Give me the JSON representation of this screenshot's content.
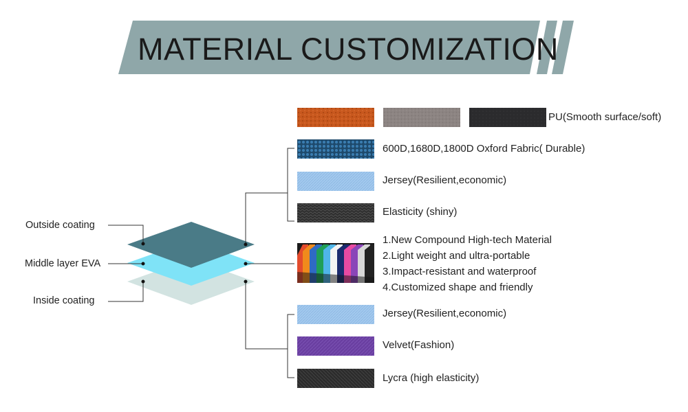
{
  "title": "MATERIAL CUSTOMIZATION",
  "layers": {
    "outside": "Outside coating",
    "middle": "Middle layer EVA",
    "inside": "Inside coating"
  },
  "outer_materials": {
    "pu": "PU(Smooth surface/soft)",
    "oxford": "600D,1680D,1800D Oxford Fabric( Durable)",
    "jersey": "Jersey(Resilient,economic)",
    "elasticity": "Elasticity (shiny)"
  },
  "eva_features": [
    "1.New Compound High-tech Material",
    "2.Light weight and ultra-portable",
    "3.Impact-resistant and waterproof",
    "4.Customized shape and friendly"
  ],
  "inner_materials": {
    "jersey": "Jersey(Resilient,economic)",
    "velvet": "Velvet(Fashion)",
    "lycra": "Lycra (high elasticity)"
  },
  "colors": {
    "banner": "#8fa7a9",
    "outside_layer": "#4a7b87",
    "middle_layer": "#7fe3f7",
    "inside_layer": "#d2e3e1",
    "pu_orange": "#c8581e",
    "pu_gray": "#8c8482",
    "pu_black": "#2b2b2d",
    "oxford": "#2a5f86",
    "jersey": "#9fc6ea",
    "elasticity": "#3a3a3a",
    "velvet": "#6a3fa1",
    "lycra": "#303030"
  }
}
